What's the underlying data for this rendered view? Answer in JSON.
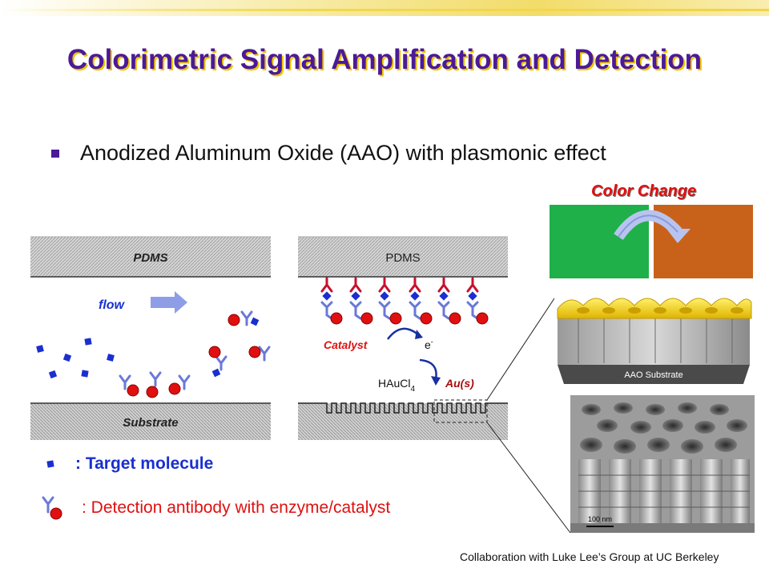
{
  "slide": {
    "title": "Colorimetric Signal Amplification and Detection",
    "bullet": "Anodized Aluminum Oxide (AAO) with plasmonic effect"
  },
  "left_diagram": {
    "top_layer": "PDMS",
    "bottom_layer": "Substrate",
    "flow_label": "flow"
  },
  "mid_diagram": {
    "top_layer": "PDMS",
    "catalyst_label": "Catalyst",
    "electron_label": "e",
    "electron_sup": "-",
    "reagent_label": "HAuCl",
    "reagent_sub": "4",
    "product_label": "Au(s)"
  },
  "photos": {
    "color_change_label": "Color Change",
    "aao_label": "AAO Substrate",
    "scale_label": "100 nm",
    "left_color": "#1fb04a",
    "right_color": "#c8621a"
  },
  "legend": {
    "target_label": ": Target molecule",
    "antibody_label": ": Detection antibody with enzyme/catalyst"
  },
  "footer": "Collaboration with Luke Lee’s Group at UC Berkeley",
  "colors": {
    "title": "#4a1a99",
    "title_shadow": "#f0c400",
    "target": "#1a2fd0",
    "antibody": "#6a78d8",
    "enzyme": "#e01010",
    "antibody_red": "#c8102e"
  }
}
